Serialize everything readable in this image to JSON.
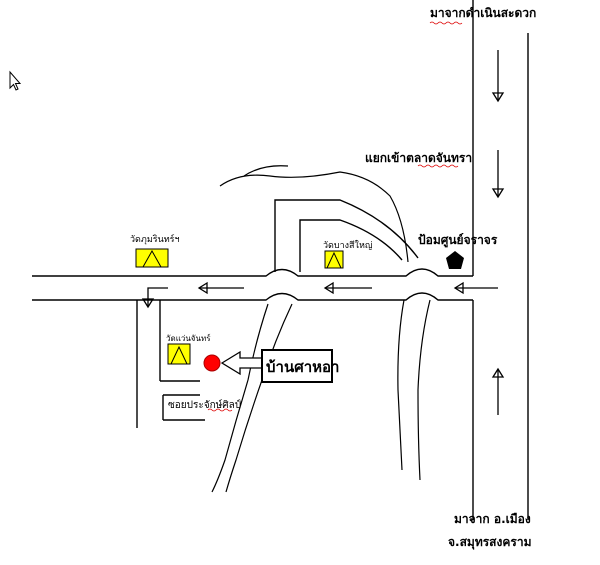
{
  "labels": {
    "from_north": "มาจากดำเนินสะดวก",
    "junction": "แยกเข้าตลาดจันทรา",
    "temple_1": "วัดภุมรินทร์ฯ",
    "temple_2": "วัดบางสีใหญ่",
    "temple_3": "วัดแว่นจันทร์",
    "police": "ป้อมศูนย์จราจร",
    "destination": "บ้านศาหอา",
    "soi": "ซอยประจักษ์ศิลป์",
    "from_south_1": "มาจาก อ.เมือง",
    "from_south_2": "จ.สมุทรสงคราม"
  },
  "colors": {
    "temple_fill": "#ffff00",
    "destination_marker": "#ff0000",
    "line": "#000000"
  },
  "icons": {
    "temple": "temple-icon",
    "police": "pentagon-icon",
    "destination": "red-dot-icon",
    "cursor": "mouse-cursor-icon"
  }
}
